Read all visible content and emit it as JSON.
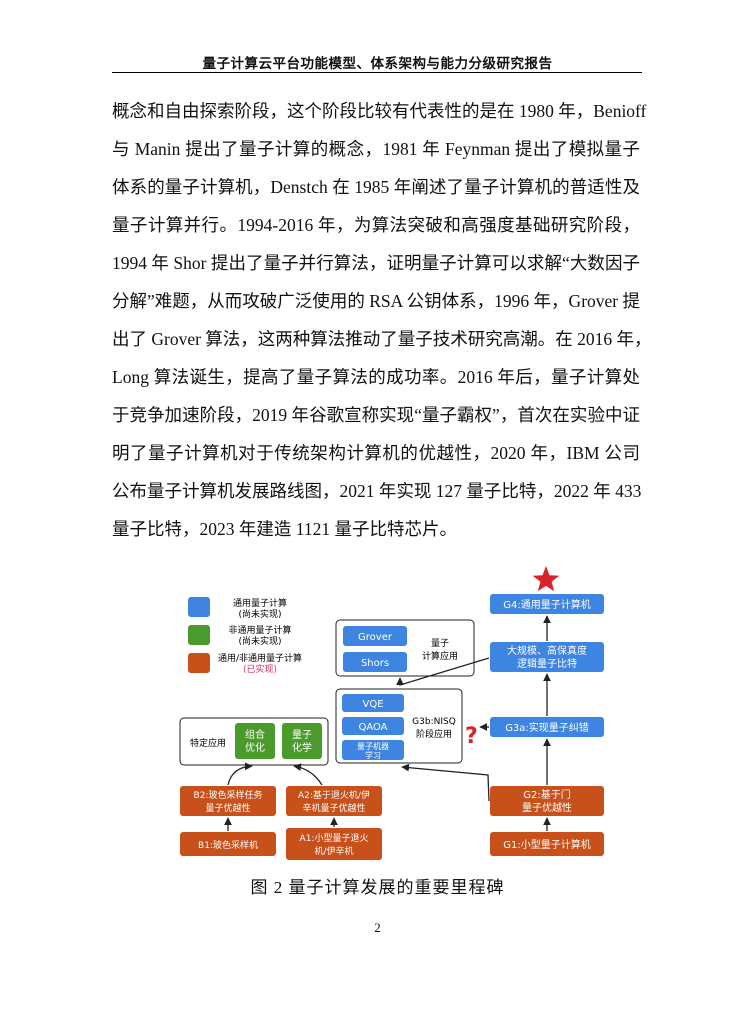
{
  "header": {
    "title": "量子计算云平台功能模型、体系架构与能力分级研究报告"
  },
  "body": {
    "lines": [
      "概念和自由探索阶段，这个阶段比较有代表性的是在 1980 年，Benioff",
      "与 Manin 提出了量子计算的概念，1981 年 Feynman 提出了模拟量子",
      "体系的量子计算机，Denstch 在 1985 年阐述了量子计算机的普适性及",
      "量子计算并行。1994-2016 年，为算法突破和高强度基础研究阶段，",
      "1994 年 Shor 提出了量子并行算法，证明量子计算可以求解“大数因子",
      "分解”难题，从而攻破广泛使用的 RSA 公钥体系，1996 年，Grover 提",
      "出了 Grover 算法，这两种算法推动了量子技术研究高潮。在 2016 年，",
      "Long 算法诞生，提高了量子算法的成功率。2016 年后，量子计算处",
      "于竞争加速阶段，2019 年谷歌宣称实现“量子霸权”，首次在实验中证",
      "明了量子计算机对于传统架构计算机的优越性，2020 年，IBM 公司",
      "公布量子计算机发展路线图，2021 年实现 127 量子比特，2022 年 433",
      "量子比特，2023 年建造 1121 量子比特芯片。"
    ]
  },
  "figure": {
    "legend": {
      "blue_l1": "通用量子计算",
      "blue_l2": "(尚未实现)",
      "green_l1": "非通用量子计算",
      "green_l2": "(尚未实现)",
      "orange_l1": "通用/非通用量子计算",
      "orange_l2": "(已实现)"
    },
    "apps": {
      "grover": "Grover",
      "shors": "Shors",
      "label_l1": "量子",
      "label_l2": "计算应用"
    },
    "nisq": {
      "vqe": "VQE",
      "qaoa": "QAOA",
      "qml_l1": "量子机器",
      "qml_l2": "学习",
      "label_l1": "G3b:NISQ",
      "label_l2": "阶段应用",
      "question_mark": "?"
    },
    "specific": {
      "label": "特定应用",
      "combo_l1": "组合",
      "combo_l2": "优化",
      "chem_l1": "量子",
      "chem_l2": "化学"
    },
    "milestones": {
      "g4": "G4:通用量子计算机",
      "big_l1": "大规模、高保真度",
      "big_l2": "逻辑量子比特",
      "g3a": "G3a:实现量子纠错",
      "g2_l1": "G2:基于门",
      "g2_l2": "量子优越性",
      "g1": "G1:小型量子计算机",
      "b2_l1": "B2:玻色采样任务",
      "b2_l2": "量子优越性",
      "a2_l1": "A2:基于退火机/伊",
      "a2_l2": "辛机量子优越性",
      "b1": "B1:玻色采样机",
      "a1_l1": "A1:小型量子退火",
      "a1_l2": "机/伊辛机"
    },
    "colors": {
      "blue": "#3d85e0",
      "green": "#4a9a2c",
      "orange": "#c8501a",
      "star": "#d8232a",
      "question": "#d8232a",
      "realized_text": "#e0286e"
    }
  },
  "caption": "图 2 量子计算发展的重要里程碑",
  "page_number": "2"
}
